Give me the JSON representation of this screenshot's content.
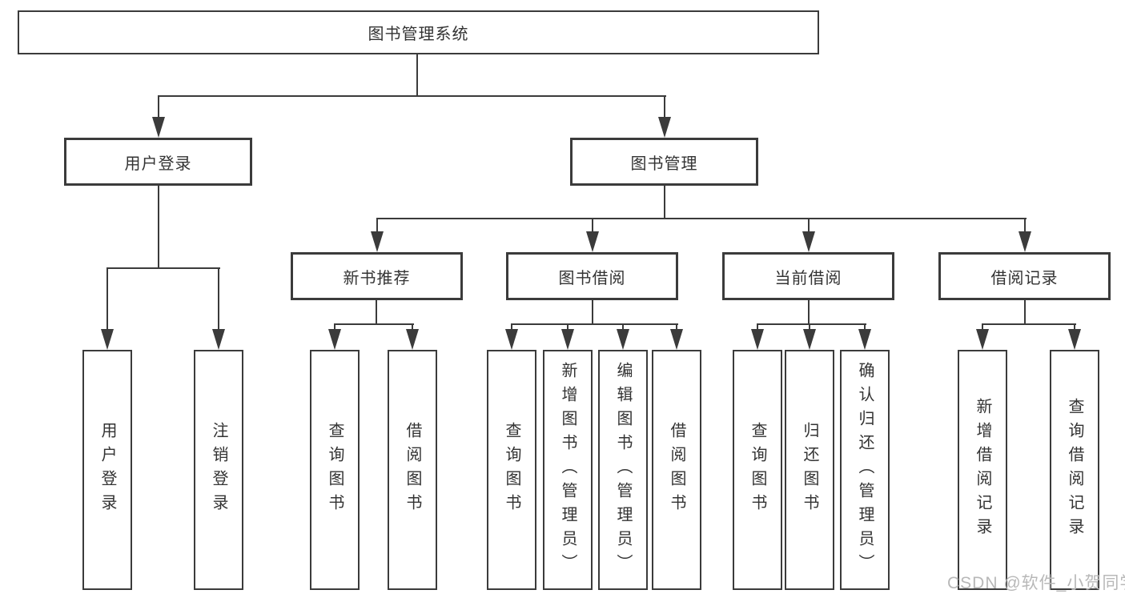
{
  "tree": {
    "root": {
      "label": "图书管理系统"
    },
    "branches": [
      {
        "label": "用户登录",
        "children": [
          {
            "label": "用户登录"
          },
          {
            "label": "注销登录"
          }
        ]
      },
      {
        "label": "图书管理",
        "children": [
          {
            "label": "新书推荐",
            "children": [
              {
                "label": "查询图书"
              },
              {
                "label": "借阅图书"
              }
            ]
          },
          {
            "label": "图书借阅",
            "children": [
              {
                "label": "查询图书"
              },
              {
                "label": "新增图书（管理员）"
              },
              {
                "label": "编辑图书（管理员）"
              },
              {
                "label": "借阅图书"
              }
            ]
          },
          {
            "label": "当前借阅",
            "children": [
              {
                "label": "查询图书"
              },
              {
                "label": "归还图书"
              },
              {
                "label": "确认归还（管理员）"
              }
            ]
          },
          {
            "label": "借阅记录",
            "children": [
              {
                "label": "新增借阅记录"
              },
              {
                "label": "查询借阅记录"
              }
            ]
          }
        ]
      }
    ]
  },
  "watermark": {
    "text": "CSDN @软件_小贺同学"
  },
  "colors": {
    "line": "#3b3b3b",
    "text": "#333333",
    "background": "#ffffff",
    "watermark": "#b8b8b8"
  }
}
